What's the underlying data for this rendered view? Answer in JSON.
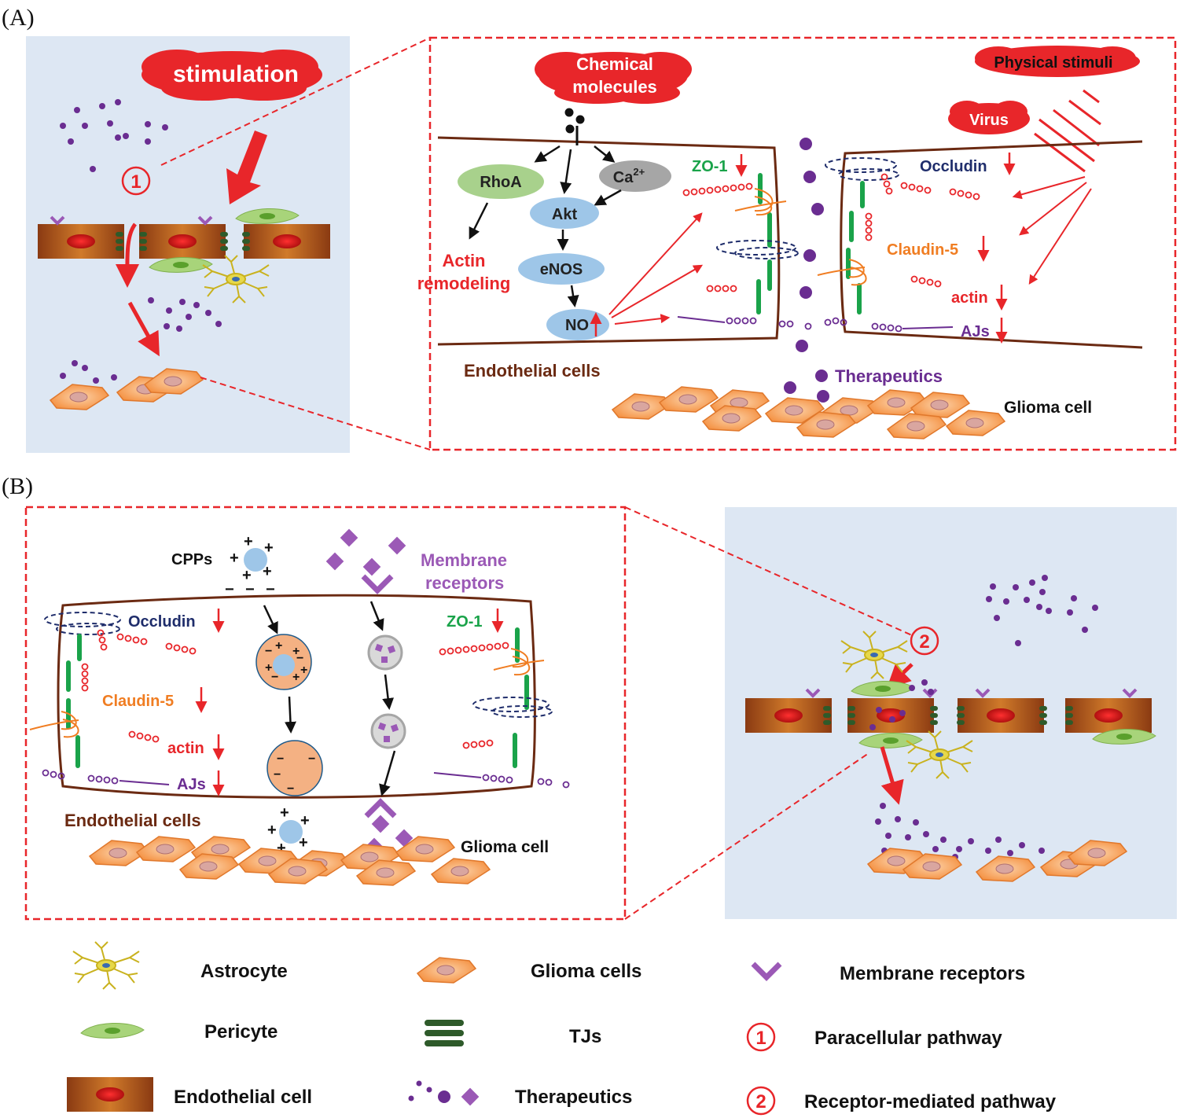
{
  "panelA": {
    "tag": "(A)",
    "stimulation": "stimulation",
    "pathway_number": "1",
    "chemical": [
      "Chemical",
      "molecules"
    ],
    "physical": "Physical stimuli",
    "virus": "Virus",
    "rhoa": "RhoA",
    "ca_base": "Ca",
    "ca_sup": "2+",
    "akt": "Akt",
    "enos": "eNOS",
    "no": "NO",
    "actin_remodeling": [
      "Actin",
      "remodeling"
    ],
    "zo1": "ZO-1",
    "occludin": "Occludin",
    "claudin5": "Claudin-5",
    "actin": "actin",
    "ajs": "AJs",
    "endothelial_cells": "Endothelial cells",
    "therapeutics": "Therapeutics",
    "glioma_cell": "Glioma cell"
  },
  "panelB": {
    "tag": "(B)",
    "cpps": "CPPs",
    "membrane_receptors": [
      "Membrane",
      "receptors"
    ],
    "occludin": "Occludin",
    "zo1": "ZO-1",
    "claudin5": "Claudin-5",
    "actin": "actin",
    "ajs": "AJs",
    "endothelial_cells": "Endothelial cells",
    "glioma_cell": "Glioma cell",
    "pathway_number": "2"
  },
  "legend": {
    "astrocyte": "Astrocyte",
    "pericyte": "Pericyte",
    "endothelial_cell": "Endothelial cell",
    "glioma_cells": "Glioma cells",
    "tjs": "TJs",
    "therapeutics": "Therapeutics",
    "membrane_receptors": "Membrane receptors",
    "paracellular_num": "1",
    "paracellular": "Paracellular pathway",
    "receptor_num": "2",
    "receptor_mediated": "Receptor-mediated pathway"
  },
  "colors": {
    "red": "#e8262a",
    "purple": "#6a2d91",
    "light_purple": "#9b59b6",
    "navy": "#1f2d6b",
    "green": "#1aa34a",
    "orange_text": "#f07d22",
    "brown": "#6b2a12",
    "panel_bg": "#dde7f3",
    "glioma": "#f7a25e",
    "rhoa": "#a8d18c",
    "akt_blue": "#9ec6e8",
    "ca_gray": "#a6a6a6",
    "tj_green": "#2e5a2a"
  }
}
